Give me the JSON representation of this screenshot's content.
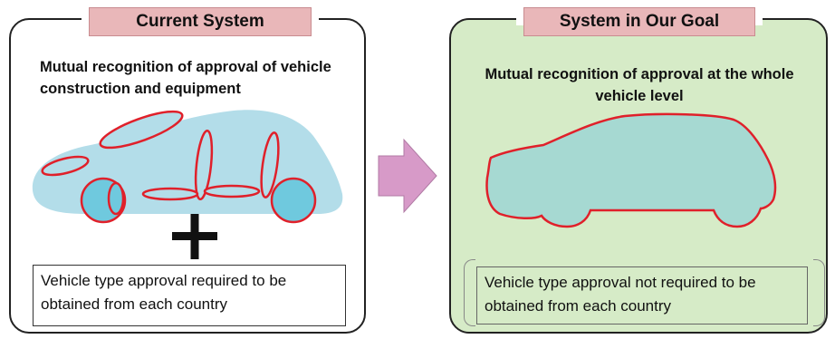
{
  "left_panel": {
    "title": "Current System",
    "heading": "Mutual recognition of approval of vehicle construction and equipment",
    "note": "Vehicle type approval required  to be obtained from each country"
  },
  "right_panel": {
    "title": "System in Our Goal",
    "heading": "Mutual recognition of approval at the whole vehicle level",
    "note": "Vehicle type approval not required to be obtained from each country"
  },
  "colors": {
    "left_car_fill": "#b3dde9",
    "right_car_fill": "#a6d9d2",
    "outline_red": "#e0202a",
    "title_tab": "#e9b7b9",
    "arrow": "#d79ac8",
    "right_panel_bg": "#d6ebc7"
  },
  "icons": {
    "plus": "plus-icon",
    "arrow": "right-arrow-icon"
  }
}
